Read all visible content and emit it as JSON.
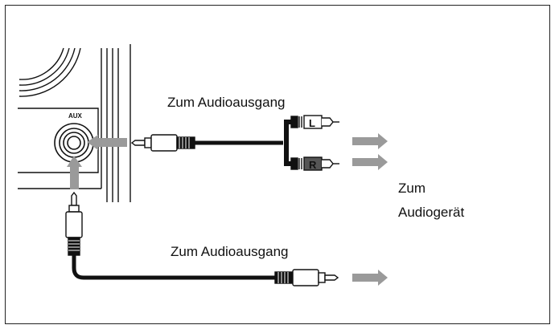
{
  "labels": {
    "aux": "AUX",
    "top_output": "Zum Audioausgang",
    "bottom_output": "Zum Audioausgang",
    "device_line1": "Zum",
    "device_line2": "Audiogerät",
    "plug_left": "L",
    "plug_right": "R"
  },
  "colors": {
    "line": "#111111",
    "arrow": "#9a9a9a",
    "background": "#ffffff"
  }
}
